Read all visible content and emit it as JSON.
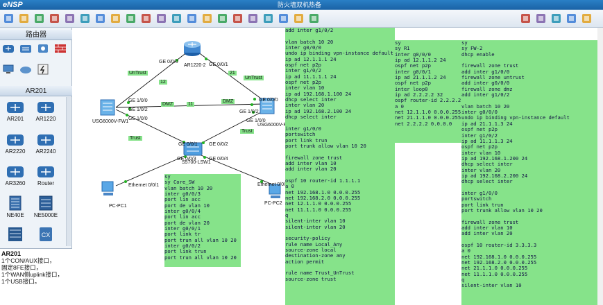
{
  "app": {
    "logo": "eNSP",
    "window_title": "防火墙双机热备"
  },
  "toolbar": {
    "icons": [
      "new-icon",
      "open-icon",
      "save-icon",
      "save-as-icon",
      "print-icon",
      "undo-icon",
      "redo-icon",
      "select-icon",
      "hand-icon",
      "delete-icon",
      "delete-link-icon",
      "text-icon",
      "palette-icon",
      "zoom-in-icon",
      "zoom-out-icon",
      "fit-icon",
      "start-icon",
      "stop-icon",
      "capture-icon",
      "topo-icon",
      "terminal-icon",
      "window-min-icon",
      "window-restore-icon",
      "window-close-icon",
      "help-icon",
      "huawei-logo-icon"
    ]
  },
  "left_panel": {
    "routers_header": "路由器",
    "ar201_header": "AR201",
    "devices": [
      {
        "name": "AR201"
      },
      {
        "name": "AR1220"
      },
      {
        "name": "AR2220"
      },
      {
        "name": "AR2240"
      },
      {
        "name": "AR3260"
      },
      {
        "name": "Router"
      },
      {
        "name": "NE40E"
      },
      {
        "name": "NE5000E"
      },
      {
        "name": ""
      },
      {
        "name": ""
      }
    ],
    "description": {
      "title": "AR201",
      "lines": [
        "1个CON/AUX接口，",
        "固定8FE接口，",
        "1个WAN侧uplink接口，",
        "1个USB接口。"
      ]
    }
  },
  "topology": {
    "nodes": [
      {
        "id": "r",
        "label": "AR1220-2"
      },
      {
        "id": "fw1",
        "label": "USG6000V-FW1"
      },
      {
        "id": "fw2",
        "label": "USG6000V-FW2"
      },
      {
        "id": "sw",
        "label": "S5700-LSW1"
      },
      {
        "id": "pc1",
        "label": "PC-PC1"
      },
      {
        "id": "pc2",
        "label": "PC-PC2"
      }
    ],
    "ports": {
      "r_ge000": "GE 0/0/0",
      "r_ge001": "GE 0/0/1",
      "fw1_ge100": "GE 1/0/0",
      "fw1_ge102": "GE 1/0/2",
      "fw1_ge100b": "GE 1/0/0",
      "fw2_ge000": "GE 0/0/0",
      "fw2_ge102": "GE 1/0/2",
      "fw2_ge100": "GE 1/0/0",
      "sw_ge001": "GE 0/0/1",
      "sw_ge002": "GE 0/0/2",
      "sw_ge003": "GE 0/0/3",
      "sw_ge004": "GE 0/0/4",
      "pc1_eth": "Ethernet 0/0/1",
      "pc2_eth": "Ethernet 0/0/1"
    },
    "zones": {
      "untrust1": "UnTrust",
      "untrust2": "UnTrust",
      "dmz1": "DMZ",
      "dmz2": "DMZ",
      "trust1": "Trust",
      "trust2": "Trust"
    },
    "link_numbers": {
      "a": "12",
      "b": "21",
      "c": "11"
    }
  },
  "configs": {
    "core_sw": "sy\nsy Core_SW\nvlan batch 10 20\ninter g0/0/3\nport lin acc\nport de vlan 10\ninter g0/0/4\nport lin acc\nport de vlan 20\ninter g0/0/1\nport link tr\nport trun all vlan 10 20\ninter g0/0/2\nport link trun\nport trun all vlan 10 20",
    "fw1": "add inter g1/0/2\n\nvlan batch 10 20\ninter g0/0/0\nundo ip binding vpn-instance default\nip ad 12.1.1.1 24\nospf net p2p\ninter g1/0/2\nip ad 11.1.1.1 24\nospf net p2p\ninter vlan 10\nip ad 192.168.1.100 24\ndhcp select inter\ninter vlan 20\nip ad 192.168.2.100 24\ndhcp select inter\n\ninter g1/0/0\nportswitch\nport link trun\nport trunk allow vlan 10 20\n\nfirewall zone trust\nadd inter vlan 10\nadd inter vlan 20\n\nospf 10 router-id 1.1.1.1\na 0\nnet 192.168.1.0 0.0.0.255\nnet 192.168.2.0 0.0.0.255\nnet 12.1.1.0 0.0.0.255\nnet 11.1.1.0 0.0.0.255\nq\nsilent-inter vlan 10\nsilent-inter vlan 20\n\nsecurity-policy\nrule name Local_Any\nsource-zone local\ndestination-zone any\naction permit\n\nrule name Trust_UnTrust\nsource-zone trust",
    "r1": "sy\nsy R1\ninter g0/0/0\nip ad 12.1.1.2 24\nospf net p2p\ninter g0/0/1\nip ad 21.1.1.2 24\nospf net p2p\ninter loop0\nip ad 2.2.2.2 32\nospf router-id 2.2.2.2\na 0\nnet 12.1.1.0 0.0.0.255\nnet 21.1.1.0 0.0.0.255\nnet 2.2.2.2 0.0.0.0",
    "fw2": "sy\nsy FW-2\ndhcp enable\n\nfirewall zone trust\nadd inter g1/0/0\nfirewall zone untrust\nadd inter g0/0/0\nfirewall zone dmz\nadd inter g1/0/2\n\nvlan batch 10 20\ninter g0/0/0\nundo ip binding vpn-instance default\nip ad 21.1.1.3 24\nospf net p2p\ninter g1/0/2\nip ad 11.1.1.3 24\nospf net p2p\ninter vlan 10\nip ad 192.168.1.200 24\ndhcp select inter\ninter vlan 20\nip ad 192.168.2.200 24\ndhcp select inter\n\ninter g1/0/0\nportswitch\nport link trun\nport trunk allow vlan 10 20\n\nfirewall zone trust\nadd inter vlan 10\nadd inter vlan 20\n\nospf 10 router-id 3.3.3.3\na 0\nnet 192.168.1.0 0.0.0.255\nnet 192.168.2.0 0.0.0.255\nnet 21.1.1.0 0.0.0.255\nnet 11.1.1.0 0.0.0.255\nq\nsilent-inter vlan 10"
  }
}
